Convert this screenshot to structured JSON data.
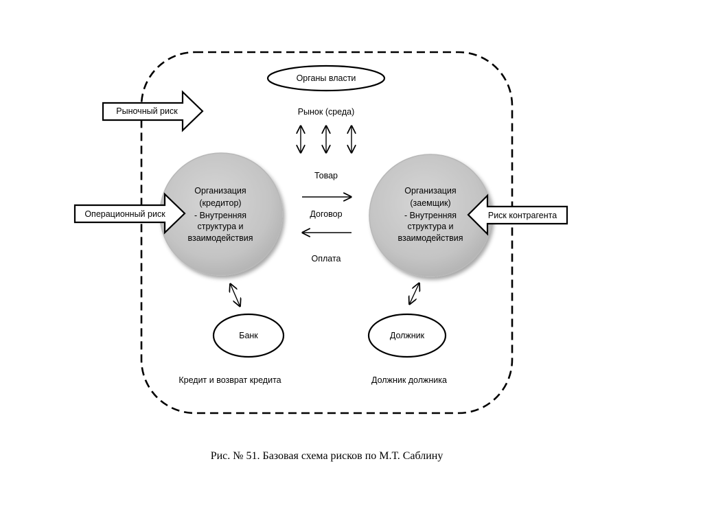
{
  "diagram": {
    "authority": "Органы власти",
    "market": "Рынок (среда)",
    "market_risk": "Рыночный риск",
    "operational_risk": "Операционный риск",
    "counterparty_risk": "Риск контрагента",
    "creditor_org": {
      "line1": "Организация",
      "line2": "(кредитор)",
      "line3": "- Внутренняя",
      "line4": "структура и",
      "line5": "взаимодействия"
    },
    "borrower_org": {
      "line1": "Организация",
      "line2": "(заемщик)",
      "line3": "- Внутренняя",
      "line4": "структура и",
      "line5": "взаимодействия"
    },
    "goods": "Товар",
    "contract": "Договор",
    "payment": "Оплата",
    "bank": "Банк",
    "debtor": "Должник",
    "credit_note": "Кредит и возврат кредита",
    "debtor_note": "Должник должника"
  },
  "caption": "Рис. № 51. Базовая схема рисков по М.Т. Саблину"
}
